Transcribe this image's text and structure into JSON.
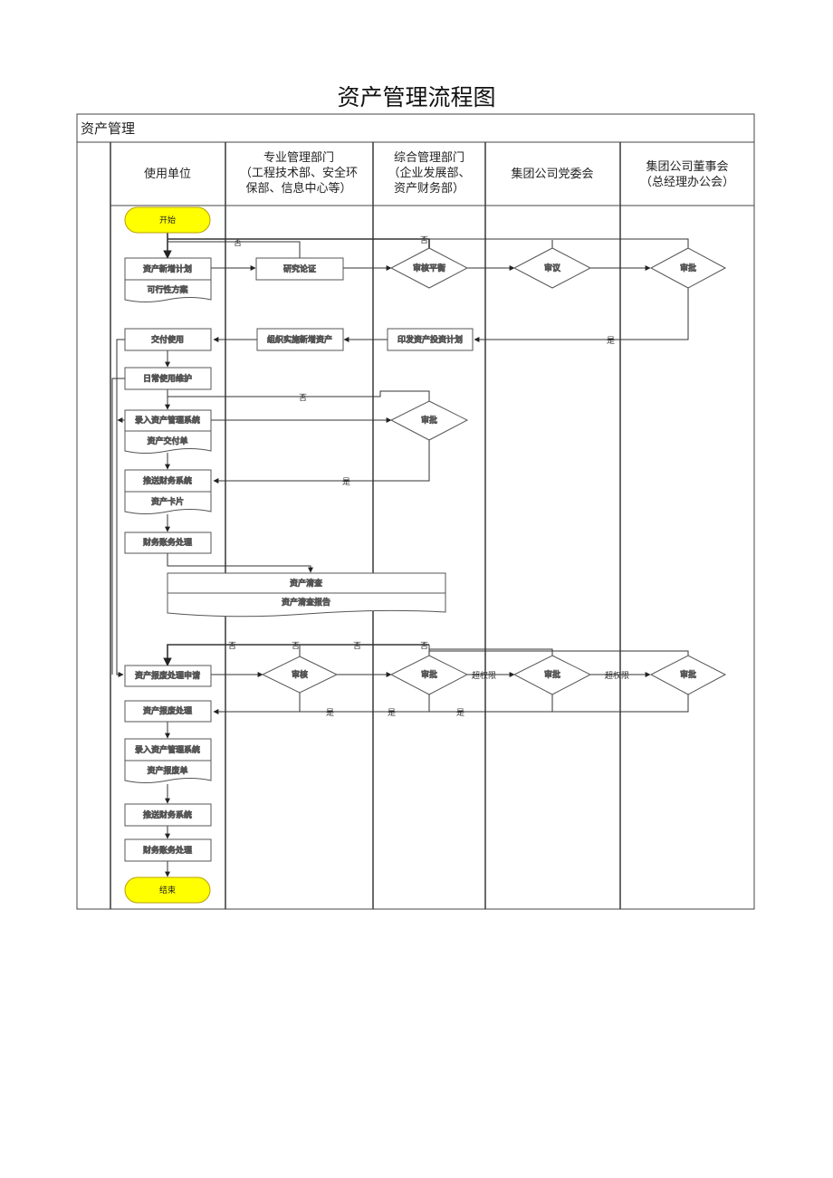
{
  "title": "资产管理流程图",
  "table_title": "资产管理",
  "lanes": [
    {
      "lines": [
        "使用单位"
      ]
    },
    {
      "lines": [
        "专业管理部门",
        "（工程技术部、安全环",
        "保部、信息中心等）"
      ]
    },
    {
      "lines": [
        "综合管理部门",
        "（企业发展部、",
        "资产财务部）"
      ]
    },
    {
      "lines": [
        "集团公司党委会"
      ]
    },
    {
      "lines": [
        "集团公司董事会",
        "（总经理办公会）"
      ]
    }
  ],
  "nodes": {
    "start": "开始",
    "plan": "资产新增计划",
    "plan_doc": "可行性方案",
    "research": "研究论证",
    "audit_balance": "审核平衡",
    "deliberate": "审议",
    "approve_board_1": "审批",
    "issue_plan": "印发资产投资计划",
    "organize": "组织实施新增资产",
    "deliver": "交付使用",
    "maintain": "日常使用维护",
    "enter_system_1": "录入资产管理系统",
    "deliver_doc": "资产交付单",
    "approve_comp_1": "审批",
    "push_finance_1": "推送财务系统",
    "asset_card": "资产卡片",
    "finance_1": "财务账务处理",
    "inventory": "资产清查",
    "inventory_report": "资产清查报告",
    "scrap_apply": "资产报废处理申请",
    "review": "审核",
    "approve_comp_2": "审批",
    "approve_party": "审批",
    "approve_board_2": "审批",
    "scrap_process": "资产报废处理",
    "enter_system_2": "录入资产管理系统",
    "scrap_doc": "资产报废单",
    "push_finance_2": "推送财务系统",
    "finance_2": "财务账务处理",
    "end": "结束"
  },
  "labels": {
    "no": "否",
    "yes": "是",
    "over_limit": "超权限"
  },
  "colors": {
    "terminal_fill": "#ffff00",
    "terminal_stroke": "#b8a000",
    "line": "#333333"
  }
}
